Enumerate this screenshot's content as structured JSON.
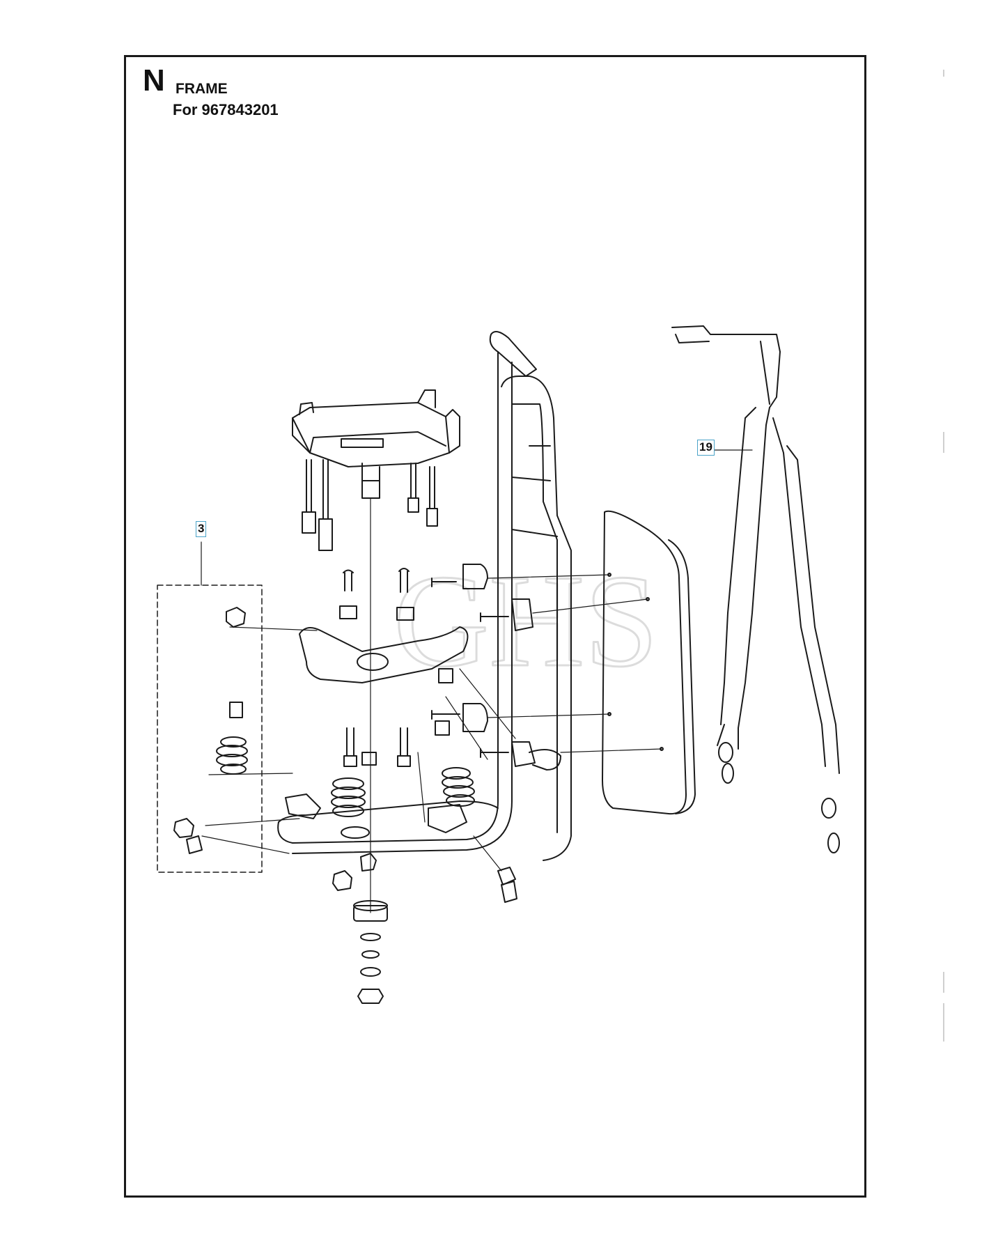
{
  "header": {
    "section_letter": "N",
    "section_title": "FRAME",
    "model_line": "For 967843201"
  },
  "callouts": [
    {
      "id": "3",
      "label": "3"
    },
    {
      "id": "19",
      "label": "19"
    }
  ],
  "watermark": "GHS",
  "colors": {
    "line": "#1a1a1a",
    "callout_border": "#4aa3c8",
    "watermark": "#dcdcdc"
  }
}
